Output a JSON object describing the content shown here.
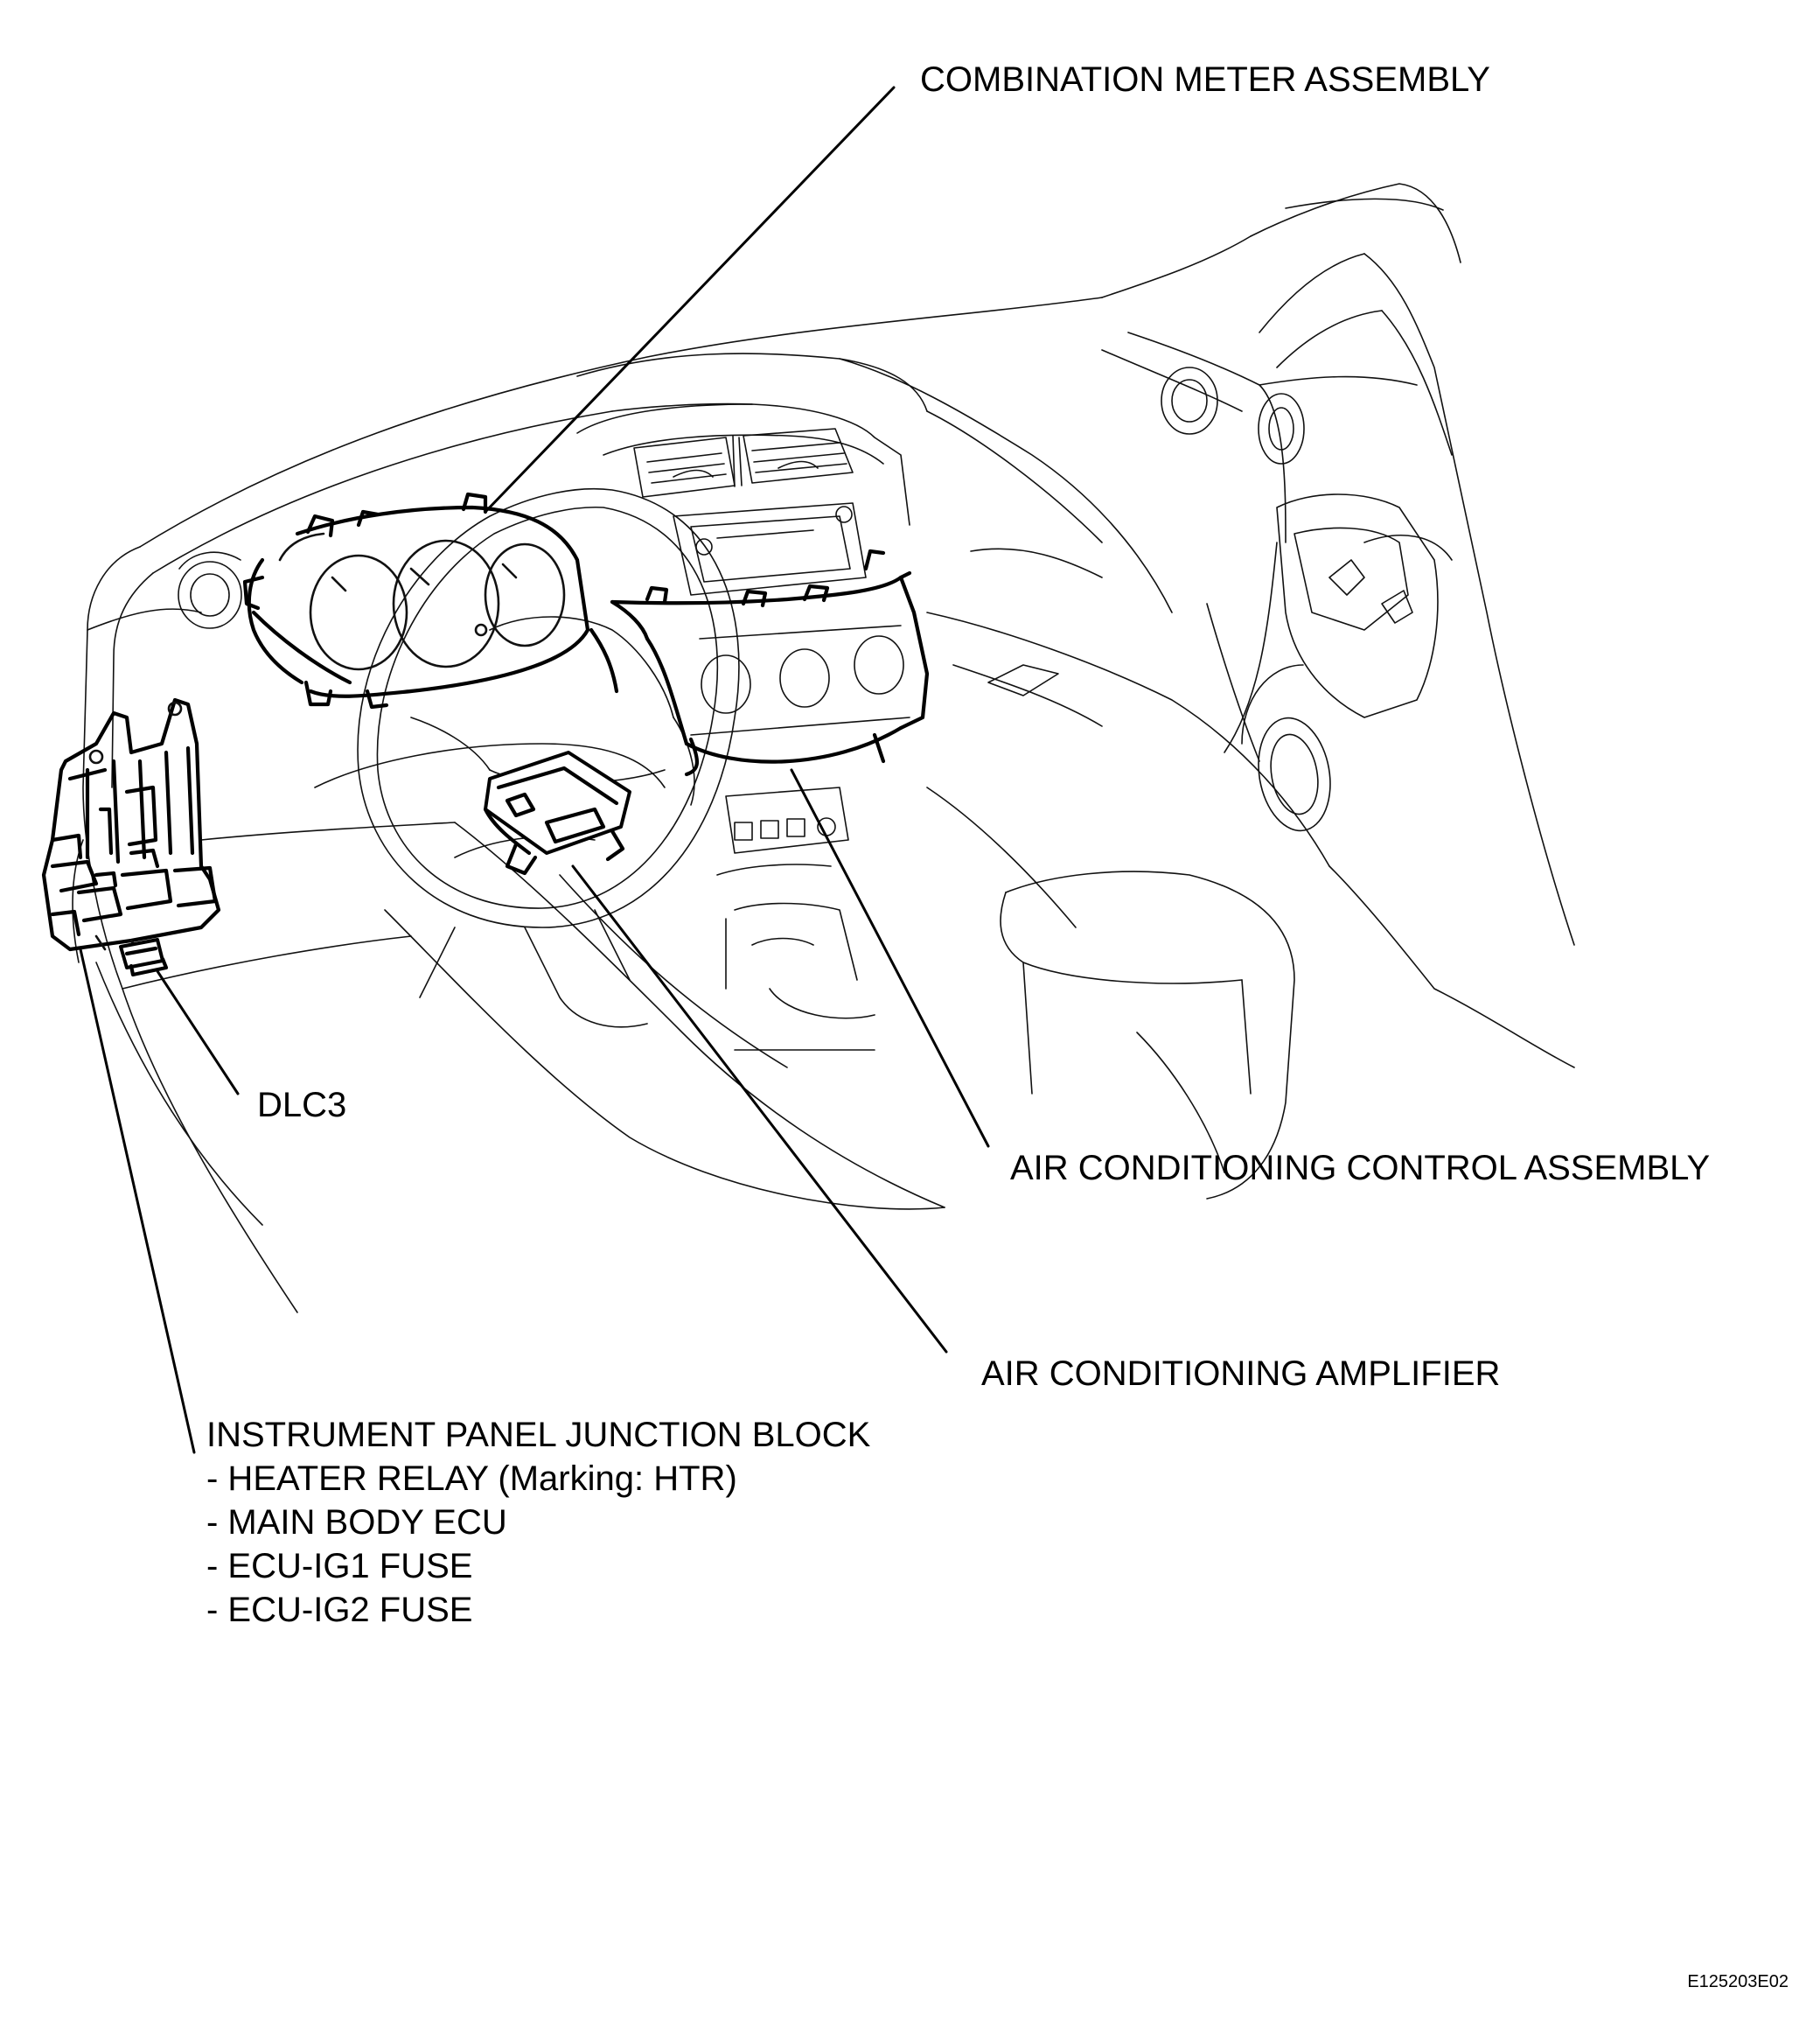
{
  "labels": {
    "combination_meter": "COMBINATION METER ASSEMBLY",
    "dlc3": "DLC3",
    "ac_control": "AIR CONDITIONING CONTROL ASSEMBLY",
    "ac_amplifier": "AIR CONDITIONING AMPLIFIER",
    "junction_block": {
      "title": "INSTRUMENT PANEL JUNCTION BLOCK",
      "items": [
        "- HEATER RELAY (Marking: HTR)",
        "- MAIN BODY ECU",
        "- ECU-IG1 FUSE",
        "- ECU-IG2 FUSE"
      ]
    }
  },
  "figure_code": "E125203E02"
}
